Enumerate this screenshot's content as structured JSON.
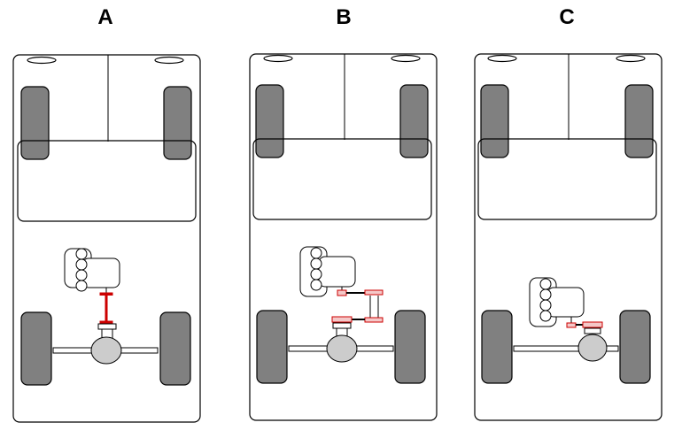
{
  "panels": [
    {
      "label": "A"
    },
    {
      "label": "B"
    },
    {
      "label": "C"
    }
  ],
  "colors": {
    "tire": "#808080",
    "differential": "#cccccc",
    "driveshaft": "#cc0000"
  }
}
